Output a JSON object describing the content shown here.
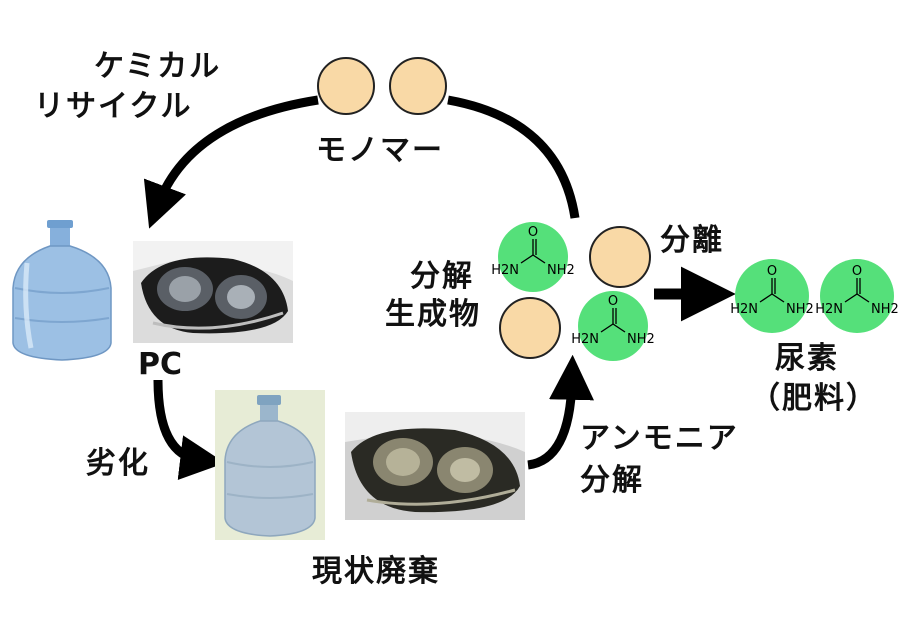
{
  "labels": {
    "chemical_recycle_line1": "ケミカル",
    "chemical_recycle_line2": "リサイクル",
    "monomer": "モノマー",
    "separation": "分離",
    "decomposition_line1": "分解",
    "decomposition_line2": "生成物",
    "pc": "PC",
    "urea_line1": "尿素",
    "urea_line2": "（肥料）",
    "degradation": "劣化",
    "ammonia_line1": "アンモニア",
    "ammonia_line2": "分解",
    "current_disposal": "現状廃棄"
  },
  "molecule": {
    "name": "urea",
    "atom_o": "O",
    "atom_left": "H2N",
    "atom_right": "NH2"
  },
  "colors": {
    "monomer_fill": "#f9d9a6",
    "urea_fill": "#55e07a",
    "arrow": "#000000",
    "bottle_blue": "#8fb4d9",
    "aged_background": "#e7ecd6"
  }
}
